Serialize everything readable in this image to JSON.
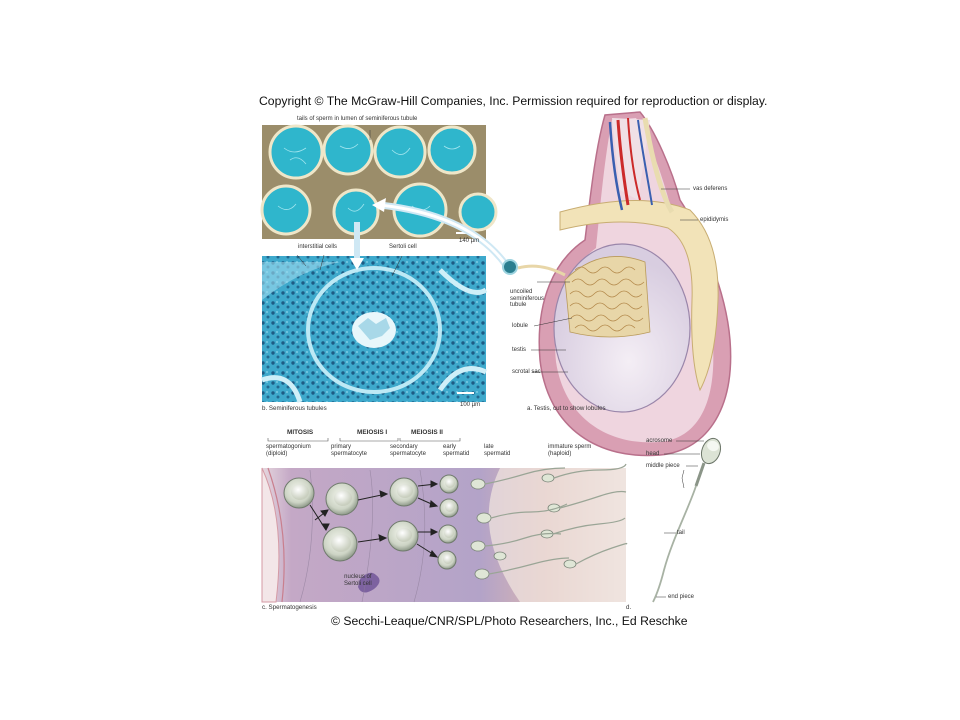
{
  "header": {
    "copyright": "Copyright © The McGraw-Hill Companies, Inc. Permission required for reproduction or display."
  },
  "footer": {
    "credit": "© Secchi-Leaque/CNR/SPL/Photo Researchers, Inc., Ed Reschke"
  },
  "panel_a": {
    "caption": "a. Testis, cut to show lobules",
    "labels": {
      "vas_deferens": "vas deferens",
      "epididymis": "epididymis",
      "uncoiled_tubule": "uncoiled\nseminiferous\ntubule",
      "lobule": "lobule",
      "testis": "testis",
      "scrotal_sac": "scrotal sac"
    }
  },
  "panel_b": {
    "caption": "b. Seminiferous tubules",
    "top_label": "tails of sperm in lumen of seminiferous tubule",
    "scale_top": "140 µm",
    "scale_bottom": "100 µm",
    "interstitial": "interstitial cells",
    "sertoli": "Sertoli cell"
  },
  "panel_c": {
    "caption": "c. Spermatogenesis",
    "phases": {
      "mitosis": "MITOSIS",
      "meiosis1": "MEIOSIS I",
      "meiosis2": "MEIOSIS II"
    },
    "stages": {
      "spermatogonium": "spermatogonium\n(diploid)",
      "primary": "primary\nspermatocyte",
      "secondary": "secondary\nspermatocyte",
      "early": "early\nspermatid",
      "late": "late\nspermatid",
      "immature": "immature sperm\n(haploid)"
    },
    "nucleus": "nucleus of\nSertoli cell"
  },
  "panel_d": {
    "caption": "d.",
    "labels": {
      "acrosome": "acrosome",
      "head": "head",
      "middle_piece": "middle piece",
      "tail": "tail",
      "end_piece": "end piece"
    }
  },
  "colors": {
    "micrograph_cyan": "#2fb3c8",
    "micrograph_bg": "#d9c9a0",
    "tissue_lavender": "#b7a6c6",
    "scrotum_pink": "#d88ea5",
    "epididymis_cream": "#f1e2b5",
    "vessel_red": "#cc2a2a",
    "vessel_blue": "#3a5fb0"
  }
}
